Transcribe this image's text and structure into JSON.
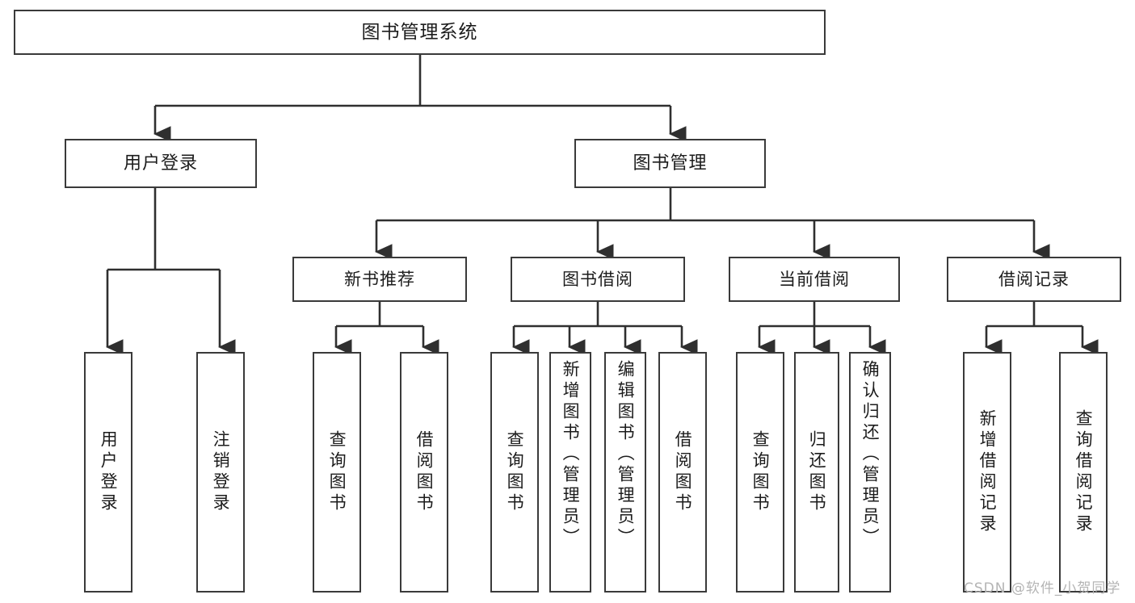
{
  "diagram": {
    "title": "图书管理系统",
    "type": "function-structure-tree",
    "root": {
      "label": "图书管理系统"
    },
    "level2": [
      {
        "label": "用户登录"
      },
      {
        "label": "图书管理"
      }
    ],
    "level3": [
      {
        "label": "新书推荐"
      },
      {
        "label": "图书借阅"
      },
      {
        "label": "当前借阅"
      },
      {
        "label": "借阅记录"
      }
    ],
    "leaves": {
      "user_login": [
        {
          "label": "用户登录"
        },
        {
          "label": "注销登录"
        }
      ],
      "new_book_recommend": [
        {
          "label": "查询图书"
        },
        {
          "label": "借阅图书"
        }
      ],
      "book_borrow": [
        {
          "label": "查询图书"
        },
        {
          "label": "新增图书（管理员）"
        },
        {
          "label": "编辑图书（管理员）"
        },
        {
          "label": "借阅图书"
        }
      ],
      "current_borrow": [
        {
          "label": "查询图书"
        },
        {
          "label": "归还图书"
        },
        {
          "label": "确认归还（管理员）"
        }
      ],
      "borrow_record": [
        {
          "label": "新增借阅记录"
        },
        {
          "label": "查询借阅记录"
        }
      ]
    }
  },
  "watermark": {
    "text": "CSDN @软件_小贺同学"
  },
  "colors": {
    "box_border": "#3a3a3a",
    "box_fill": "#ffffff",
    "connector": "#2f2f2f",
    "text": "#1c1c1c",
    "watermark": "#b4b4b4",
    "background": "#ffffff"
  }
}
